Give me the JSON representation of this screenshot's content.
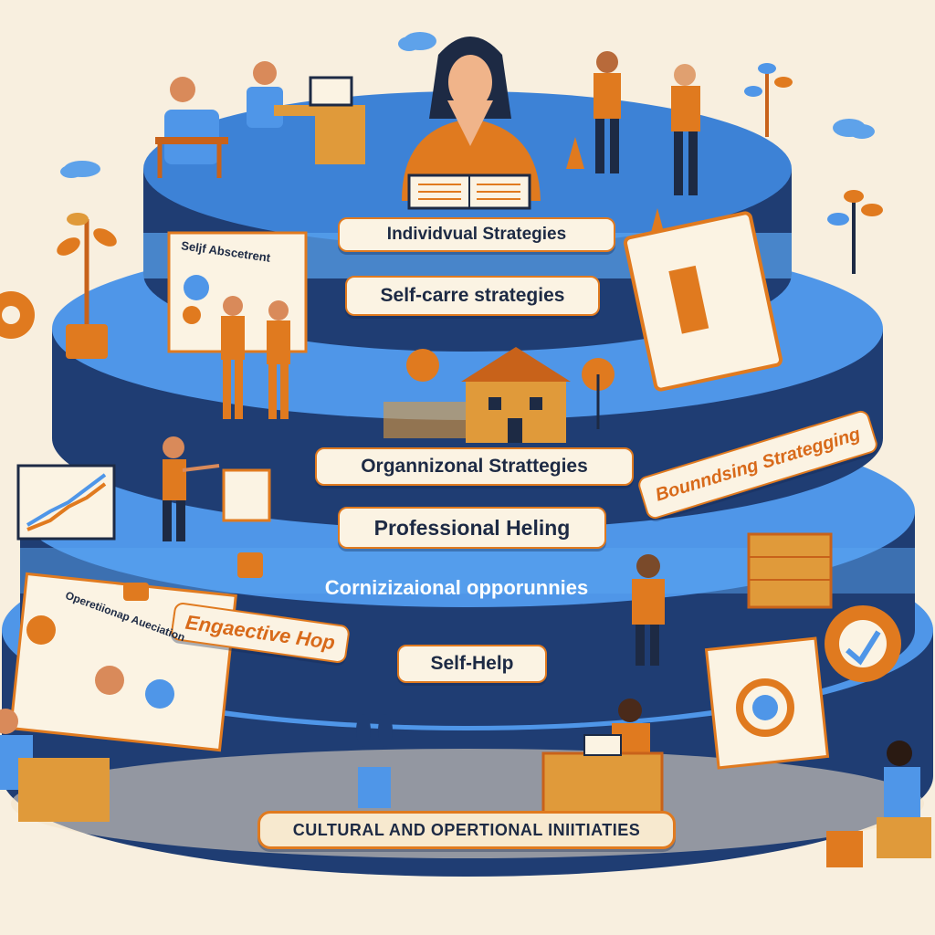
{
  "diagram": {
    "tiers": [
      {
        "name": "Individual Strategies label",
        "text": "Individvual Strategies"
      },
      {
        "name": "Self-care label",
        "text": "Self-carre strategies"
      },
      {
        "name": "Organizational label",
        "text": "Organnizonal Strattegies"
      },
      {
        "name": "Professional label",
        "text": "Professional  Heling"
      },
      {
        "name": "Boundaries label",
        "text": "Bounndsing Strategging"
      },
      {
        "name": "Opportunities label",
        "text": "Cornizizaional opporunnies"
      },
      {
        "name": "Engagement label",
        "text": "Engaective Hop"
      },
      {
        "name": "Self-help label",
        "text": "Self-Help"
      },
      {
        "name": "Base banner",
        "text": "CULTURAL AND OPERTIONAL INIITIATIES"
      }
    ],
    "signs": {
      "self_assessment": "Seljf Abscetrent",
      "operational": "Operetiionap Aueciation"
    },
    "colors": {
      "background": "#f8efdf",
      "tier_blue": "#4f96e8",
      "tier_dark": "#1f3d73",
      "accent_orange": "#e07a1f",
      "label_bg": "#fbf3e3"
    }
  }
}
